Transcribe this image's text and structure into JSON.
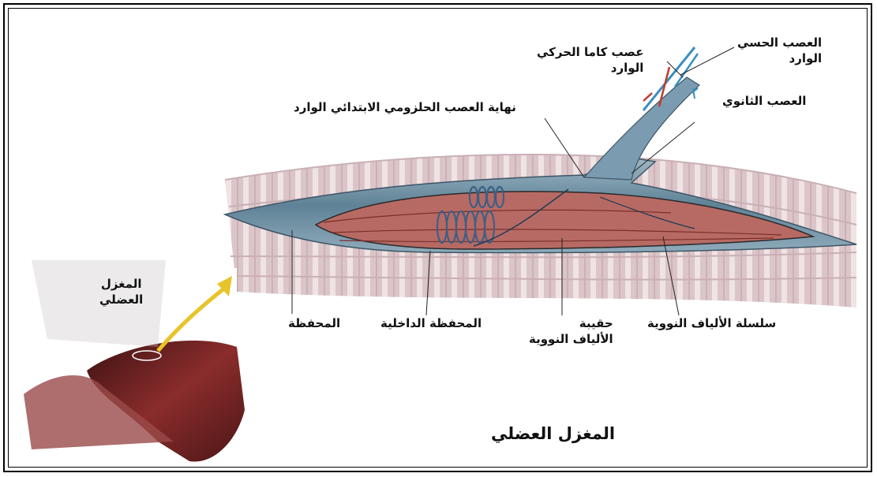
{
  "labels": {
    "afferent_sensory_nerve": [
      "العصب الحسي",
      "الوارد"
    ],
    "gamma_motor_nerve": [
      "عصب كاما الحركي",
      "الوارد"
    ],
    "secondary_nerve": "العصب الثانوي",
    "primary_sensory_ending": "نهاية العصب الحلزومي الابتدائي الوارد",
    "capsule": "المحفظة",
    "inner_capsule": "المحفظة الداخلية",
    "nuclear_bag_fibers": [
      "حقيبة",
      "الألياف النووية"
    ],
    "nuclear_chain_fibers": "سلسلة الألياف النووية",
    "inset_muscle_spindle": [
      "المغزل",
      "العضلي"
    ],
    "main_title": "المغزل العضلي"
  },
  "colors": {
    "muscle_fiber": "#d8c4c7",
    "muscle_striation": "#efe3e4",
    "spindle_capsule": "#6d8fa3",
    "intrafusal_fiber": "#b0605a",
    "nerve_blue": "#3a8fc0",
    "nerve_red": "#c43a2a",
    "arrow_yellow": "#e8c42a",
    "muscle_photo": "#7a2424"
  }
}
